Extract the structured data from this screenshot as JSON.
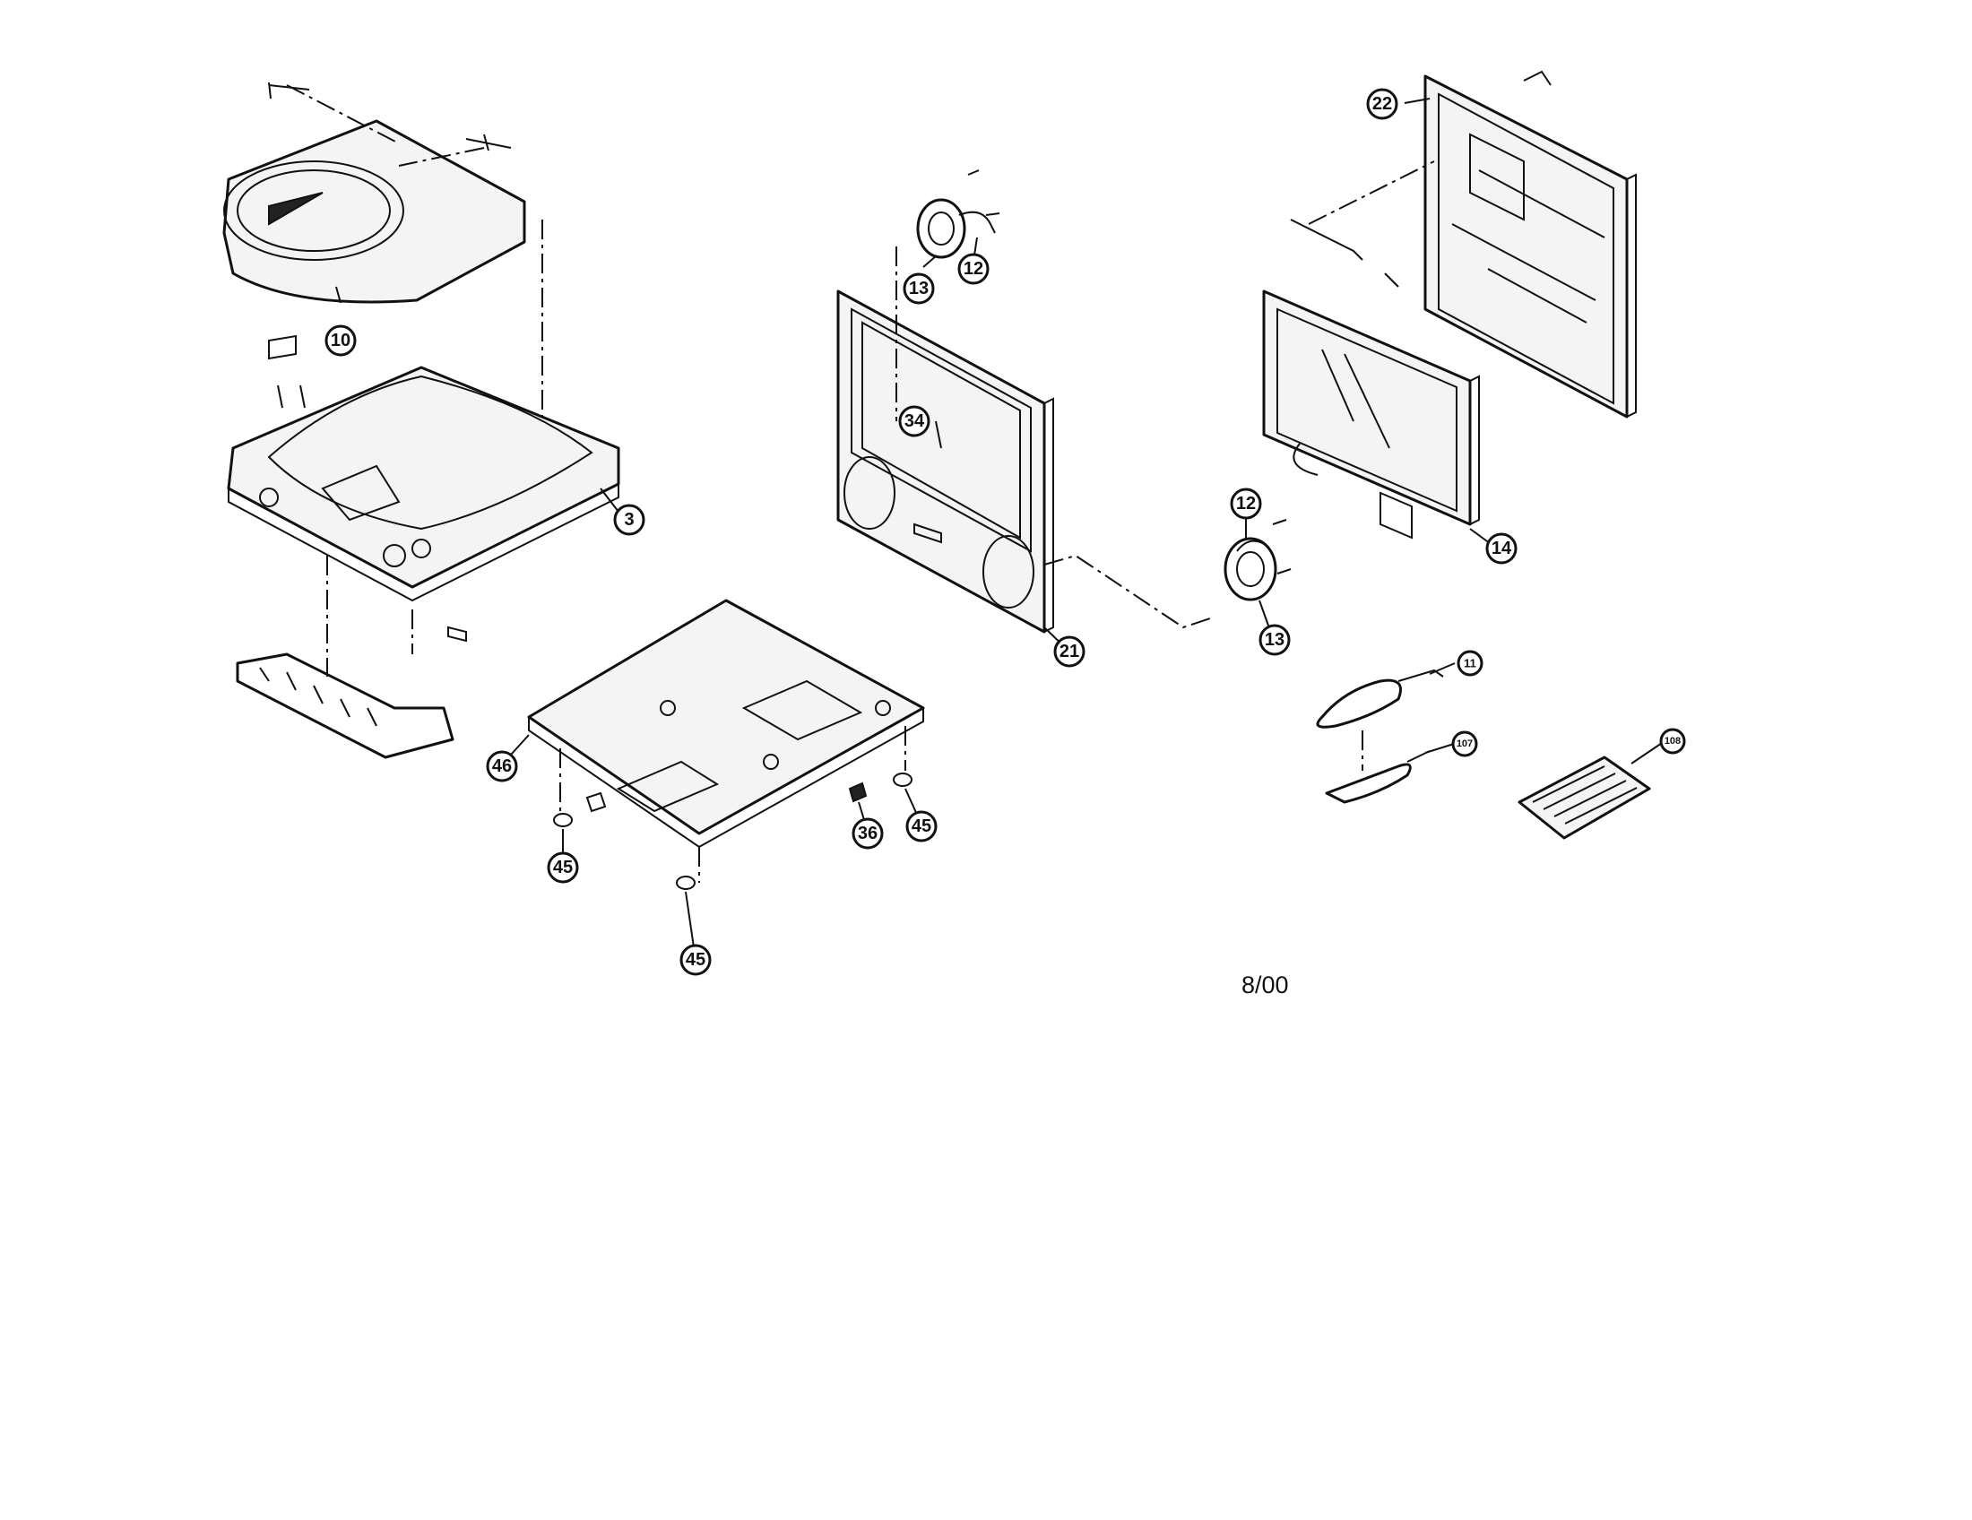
{
  "diagram": {
    "date_code": "8/00",
    "callouts": [
      "10",
      "3",
      "13",
      "12",
      "34",
      "21",
      "12",
      "13",
      "22",
      "14",
      "46",
      "45",
      "45",
      "45",
      "36",
      "11",
      "107",
      "108"
    ]
  }
}
